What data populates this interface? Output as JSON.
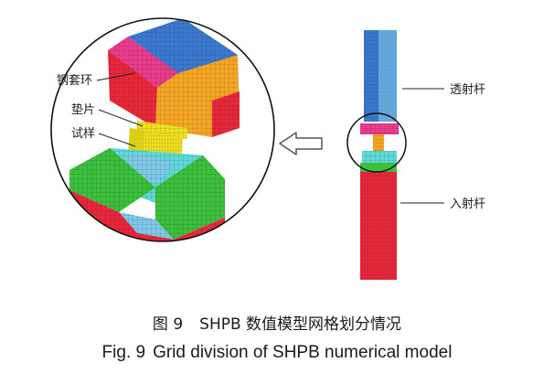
{
  "figure": {
    "labels": {
      "steel_ring": "钢套环",
      "gasket": "垫片",
      "specimen": "试样",
      "transmission_bar": "透射杆",
      "incident_bar": "入射杆"
    },
    "colors": {
      "red": "#e8283a",
      "blue": "#3b78d0",
      "light_blue": "#7fc8e8",
      "cyan": "#5ed8d8",
      "green": "#3cbf3c",
      "pink": "#e83c8c",
      "orange": "#f5a623",
      "yellow": "#f0e020",
      "mesh": "#1a1a1a"
    },
    "icons": {
      "arrow": "hollow-left-arrow-icon"
    }
  },
  "caption": {
    "cn_number": "图 9",
    "cn_title": "SHPB 数值模型网格划分情况",
    "en_number": "Fig.  9",
    "en_title": "Grid division of SHPB numerical model"
  }
}
